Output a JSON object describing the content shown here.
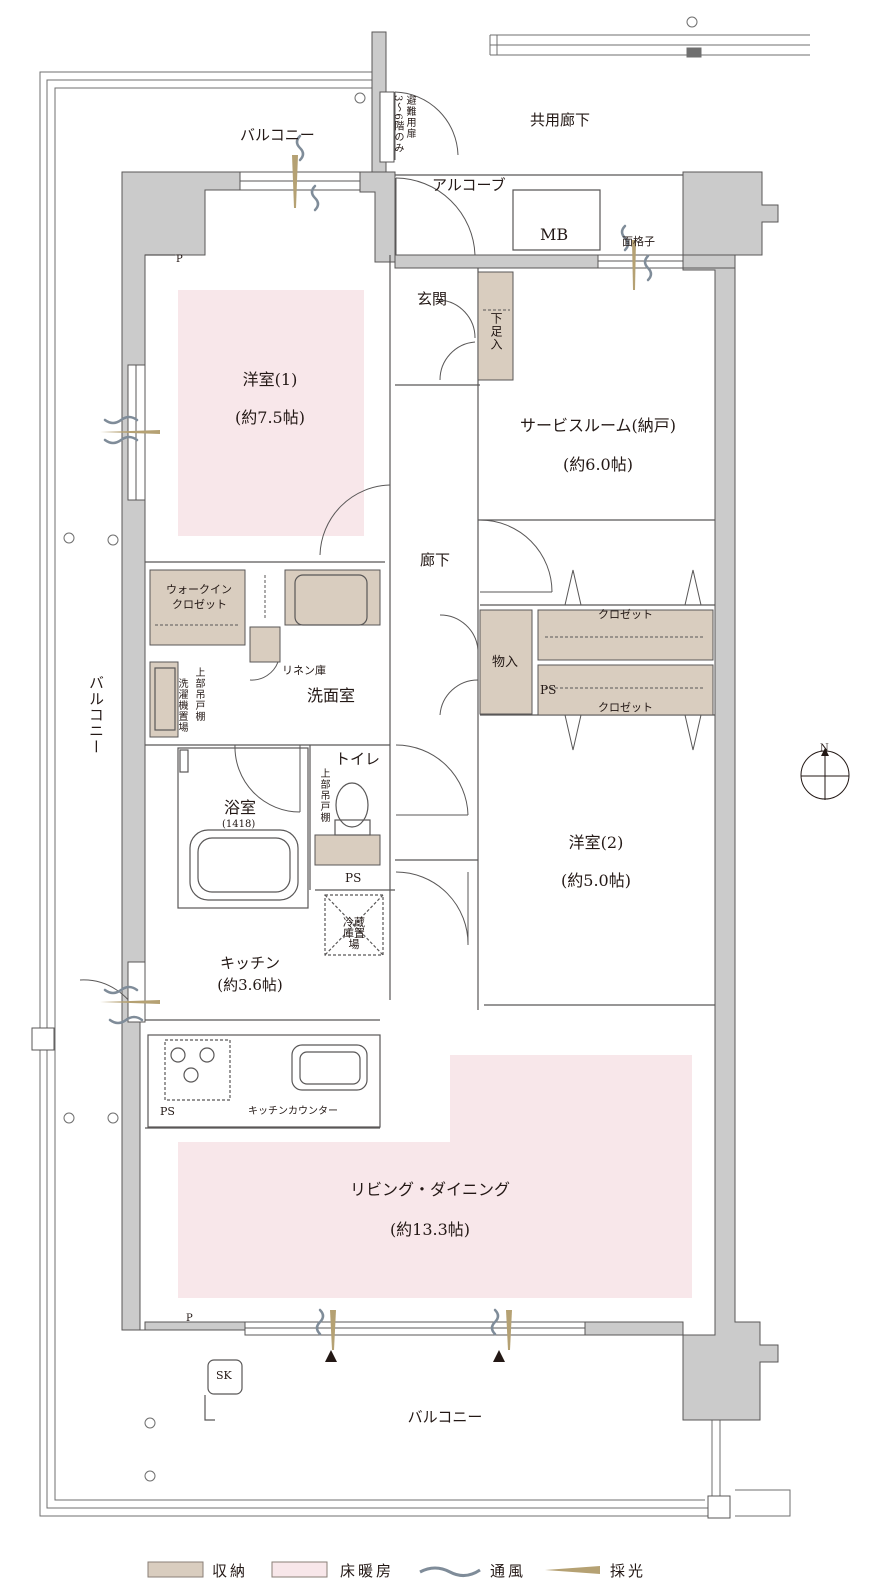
{
  "colors": {
    "storage": "#d9cdbf",
    "floor_heating": "#f8e7ea",
    "wall": "#cbcbcb",
    "line": "#595757",
    "wind": "#7f8c99",
    "light": "#b5a173"
  },
  "labels": {
    "balcony_top": "バルコニー",
    "shared_corridor": "共用廊下",
    "evac_door": "避難用扉",
    "evac_floors": "3〜6階のみ",
    "alcove": "アルコーブ",
    "mb": "MB",
    "grille": "面格子",
    "entrance": "玄関",
    "shoe_storage": "下足入",
    "room1_name": "洋室(1)",
    "room1_size": "(約7.5帖)",
    "service_room_name": "サービスルーム(納戸)",
    "service_room_size": "(約6.0帖)",
    "hallway": "廊下",
    "walkin_closet_1": "ウォークイン",
    "walkin_closet_2": "クロゼット",
    "upper_shelf": "上部吊戸棚",
    "linen": "リネン庫",
    "washer": "洗濯機置場",
    "washroom": "洗面室",
    "storage": "物入",
    "closet_top": "クロゼット",
    "closet_bottom": "クロゼット",
    "ps": "PS",
    "toilet": "トイレ",
    "toilet_shelf": "上部吊戸棚",
    "bath": "浴室",
    "bath_size": "(1418)",
    "room2_name": "洋室(2)",
    "room2_size": "(約5.0帖)",
    "fridge": "冷蔵庫置場",
    "kitchen_name": "キッチン",
    "kitchen_size": "(約3.6帖)",
    "kitchen_counter": "キッチンカウンター",
    "ld_name": "リビング・ダイニング",
    "ld_size": "(約13.3帖)",
    "balcony_left": "バルコニー",
    "balcony_bottom": "バルコニー",
    "sk": "SK",
    "p_mark": "P",
    "north": "N"
  },
  "legend": [
    {
      "label": "収納",
      "icon": "storage-swatch"
    },
    {
      "label": "床暖房",
      "icon": "floor-heating-swatch"
    },
    {
      "label": "通風",
      "icon": "wind-icon"
    },
    {
      "label": "採光",
      "icon": "light-icon"
    }
  ]
}
